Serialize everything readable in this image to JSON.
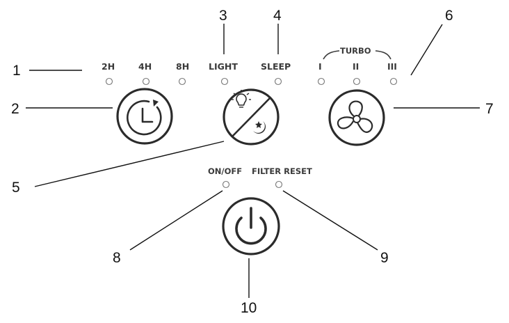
{
  "panel": {
    "timer_labels": [
      "2H",
      "4H",
      "8H"
    ],
    "light_label": "LIGHT",
    "sleep_label": "SLEEP",
    "turbo_label": "TURBO",
    "speed_labels": [
      "I",
      "II",
      "III"
    ],
    "onoff_label": "ON/OFF",
    "filter_reset_label": "FILTER RESET"
  },
  "callouts": {
    "c1": "1",
    "c2": "2",
    "c3": "3",
    "c4": "4",
    "c5": "5",
    "c6": "6",
    "c7": "7",
    "c8": "8",
    "c9": "9",
    "c10": "10"
  },
  "buttons": {
    "timer_icon": "clock-arrow-icon",
    "light_sleep_icon": "bulb-moon-icon",
    "fan_icon": "fan-icon",
    "power_icon": "power-icon"
  }
}
